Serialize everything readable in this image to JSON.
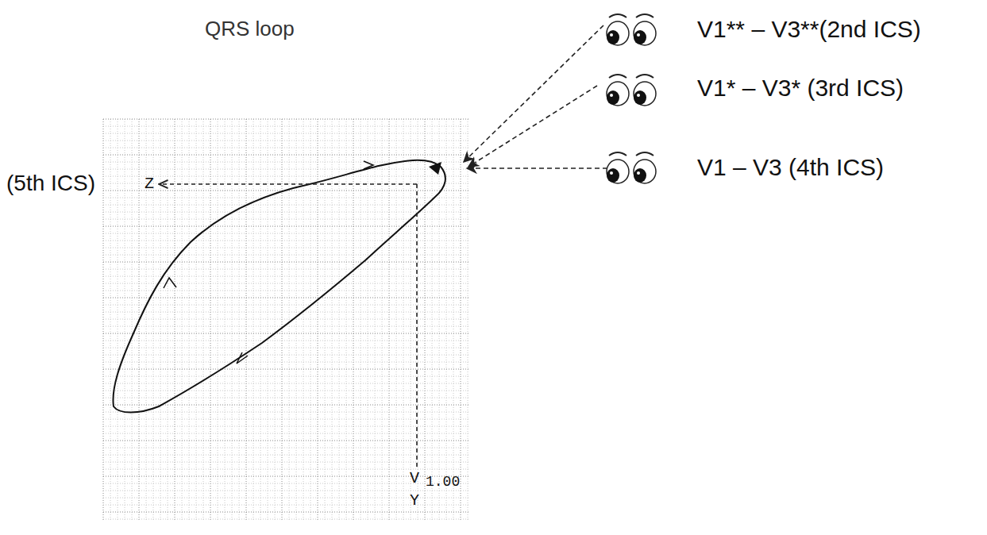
{
  "diagram": {
    "title": "QRS loop",
    "labels": [
      "V1** – V3**(2nd ICS)",
      "V1* – V3* (3rd ICS)",
      "V1 – V3 (4th ICS)",
      "(5th ICS)",
      "Z",
      "V",
      "1.00",
      "Y"
    ]
  }
}
